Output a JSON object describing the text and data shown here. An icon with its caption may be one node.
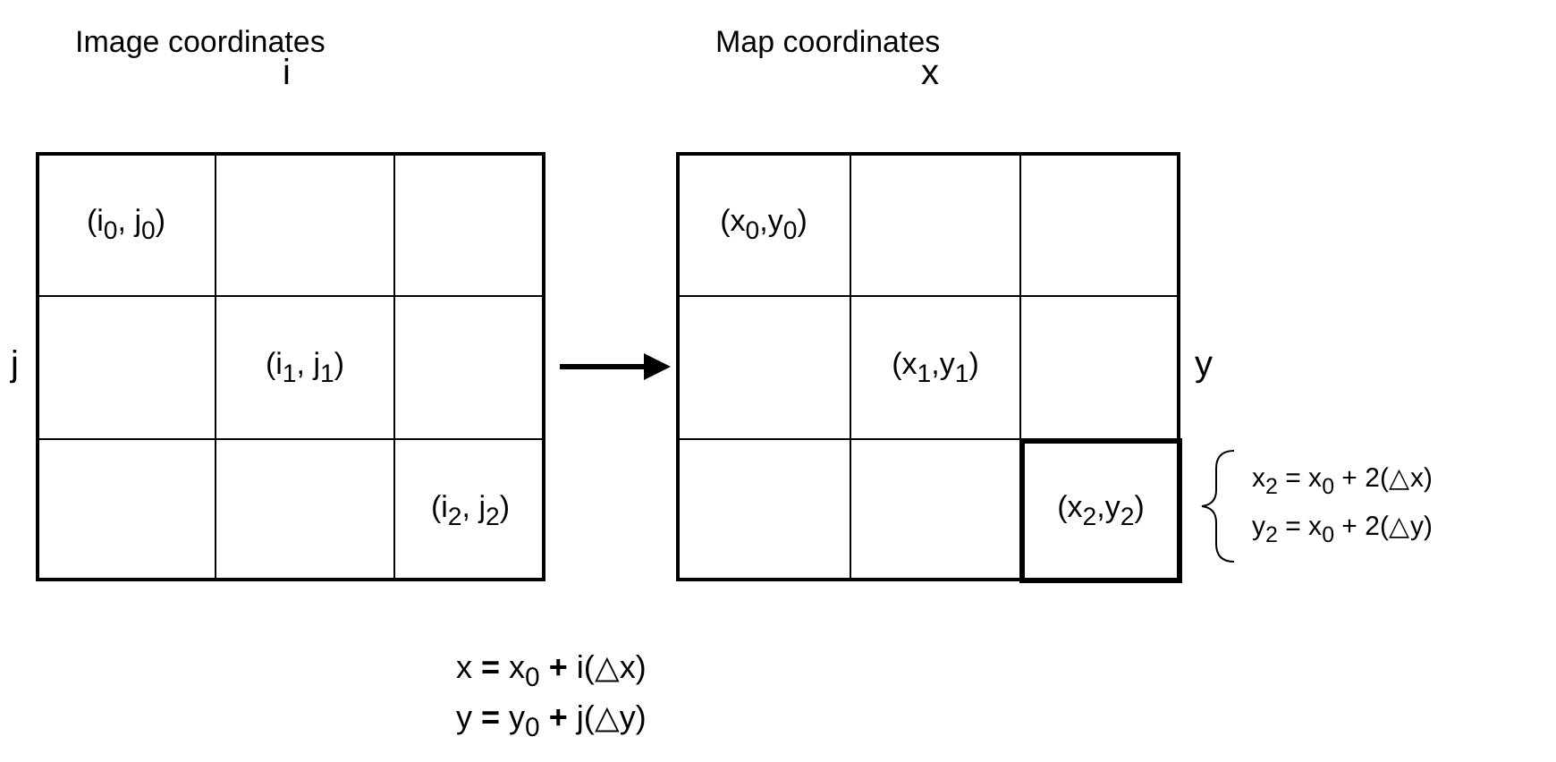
{
  "diagram": {
    "nodes": [
      {
        "text": [
          "Image coordinates"
        ]
      },
      {
        "text": [
          "(i$_{0}$, j$_{0}$)"
        ],
        "in": 0
      },
      {
        "text": [
          "(i$_{1}$, j$_{1}$)"
        ],
        "in": 0
      },
      {
        "text": [
          "(i$_{2}$, j$_{2}$)"
        ],
        "in": 0
      },
      {
        "text": [
          "Map coordinates"
        ]
      },
      {
        "text": [
          "(x$_{0}$,y$_{0}$)"
        ],
        "in": 4
      },
      {
        "text": [
          "(x$_{1}$,y$_{1}$)"
        ],
        "in": 4
      },
      {
        "text": [
          "(x$_{2}$,y$_{2}$)"
        ],
        "in": 4
      }
    ],
    "edges": [
      {
        "from": 0,
        "to": 4,
        "arrow": "to"
      }
    ],
    "labels": [
      "i",
      "x",
      "j",
      "y",
      "x$_{2}$ = x$_{0}$ + 2(△x)",
      "y$_{2}$ = x$_{0}$ + 2(△y)",
      "x **=** x$_{0}$ **+** i(△x)",
      "y **=** y$_{0}$ **+** j(△y)"
    ]
  }
}
